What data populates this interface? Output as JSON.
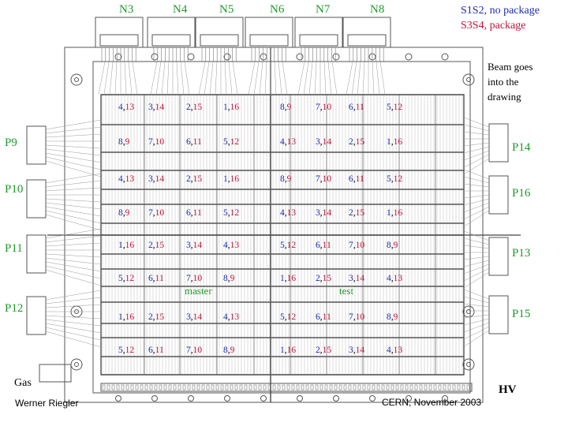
{
  "top_connectors": [
    "N3",
    "N4",
    "N5",
    "N6",
    "N7",
    "N8"
  ],
  "legend": {
    "line1": "S1S2, no package",
    "line2": "S3S4, package"
  },
  "beam_note": [
    "Beam goes",
    "into the",
    "drawing"
  ],
  "left_connectors": [
    "P9",
    "P10",
    "P11",
    "P12"
  ],
  "right_connectors": [
    "P14",
    "P16",
    "P13",
    "P15"
  ],
  "colors": {
    "connector": "#1f9a2a",
    "s1s2": "#1a2bb0",
    "s3s4": "#c0143c",
    "frame": "#555555"
  },
  "rows": [
    [
      [
        "4",
        "13"
      ],
      [
        "3",
        "14"
      ],
      [
        "2",
        "15"
      ],
      [
        "1",
        "16"
      ],
      [
        "8",
        "9"
      ],
      [
        "7",
        "10"
      ],
      [
        "6",
        "11"
      ],
      [
        "5",
        "12"
      ]
    ],
    [
      [
        "8",
        "9"
      ],
      [
        "7",
        "10"
      ],
      [
        "6",
        "11"
      ],
      [
        "5",
        "12"
      ],
      [
        "4",
        "13"
      ],
      [
        "3",
        "14"
      ],
      [
        "2",
        "15"
      ],
      [
        "1",
        "16"
      ]
    ],
    [
      [
        "4",
        "13"
      ],
      [
        "3",
        "14"
      ],
      [
        "2",
        "15"
      ],
      [
        "1",
        "16"
      ],
      [
        "8",
        "9"
      ],
      [
        "7",
        "10"
      ],
      [
        "6",
        "11"
      ],
      [
        "5",
        "12"
      ]
    ],
    [
      [
        "8",
        "9"
      ],
      [
        "7",
        "10"
      ],
      [
        "6",
        "11"
      ],
      [
        "5",
        "12"
      ],
      [
        "4",
        "13"
      ],
      [
        "3",
        "14"
      ],
      [
        "2",
        "15"
      ],
      [
        "1",
        "16"
      ]
    ],
    [
      [
        "1",
        "16"
      ],
      [
        "2",
        "15"
      ],
      [
        "3",
        "14"
      ],
      [
        "4",
        "13"
      ],
      [
        "5",
        "12"
      ],
      [
        "6",
        "11"
      ],
      [
        "7",
        "10"
      ],
      [
        "8",
        "9"
      ]
    ],
    [
      [
        "5",
        "12"
      ],
      [
        "6",
        "11"
      ],
      [
        "7",
        "10"
      ],
      [
        "8",
        "9"
      ],
      [
        "1",
        "16"
      ],
      [
        "2",
        "15"
      ],
      [
        "3",
        "14"
      ],
      [
        "4",
        "13"
      ]
    ],
    [
      [
        "1",
        "16"
      ],
      [
        "2",
        "15"
      ],
      [
        "3",
        "14"
      ],
      [
        "4",
        "13"
      ],
      [
        "5",
        "12"
      ],
      [
        "6",
        "11"
      ],
      [
        "7",
        "10"
      ],
      [
        "8",
        "9"
      ]
    ],
    [
      [
        "5",
        "12"
      ],
      [
        "6",
        "11"
      ],
      [
        "7",
        "10"
      ],
      [
        "8",
        "9"
      ],
      [
        "1",
        "16"
      ],
      [
        "2",
        "15"
      ],
      [
        "3",
        "14"
      ],
      [
        "4",
        "13"
      ]
    ]
  ],
  "master_label": "master",
  "test_label": "test",
  "gas_label": "Gas",
  "hv_label": "HV",
  "author": "Werner Riegler",
  "credit": "CERN, November 2003"
}
